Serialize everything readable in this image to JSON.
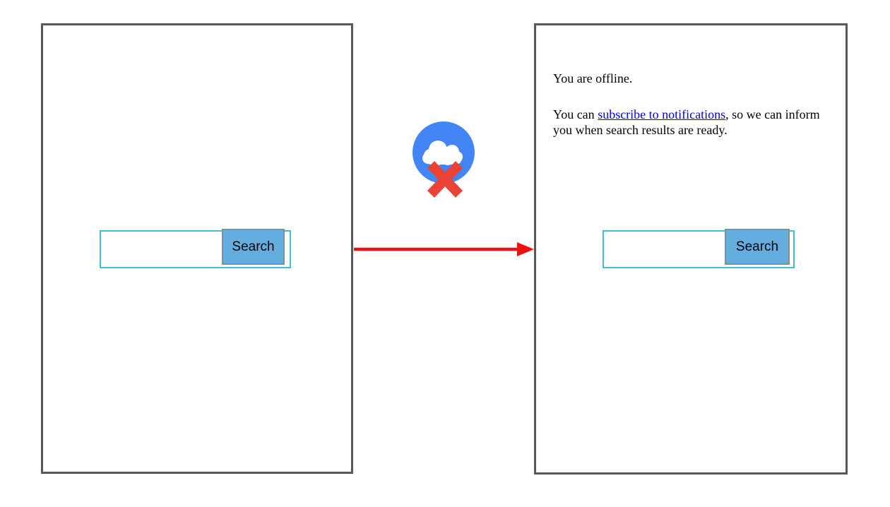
{
  "left_screen": {
    "search": {
      "input_value": "",
      "button_label": "Search"
    }
  },
  "right_screen": {
    "message_line1": "You are offline.",
    "message_para2": {
      "before_link": "You can ",
      "link_text": "subscribe to notifications",
      "after_link": ", so we can inform you when search results are ready."
    },
    "search": {
      "input_value": "",
      "button_label": "Search"
    }
  },
  "icons": {
    "transition_icon": "cloud-offline-icon",
    "arrow": "red-right-arrow"
  },
  "colors": {
    "frame_border": "#58595B",
    "input_border": "#41BDD2",
    "button_fill": "#64AEDF",
    "button_border": "#8A8D90",
    "arrow_red": "#EE1111",
    "icon_circle_blue": "#4285F4",
    "icon_cross_red": "#E94335",
    "link_blue": "#0000EE"
  }
}
